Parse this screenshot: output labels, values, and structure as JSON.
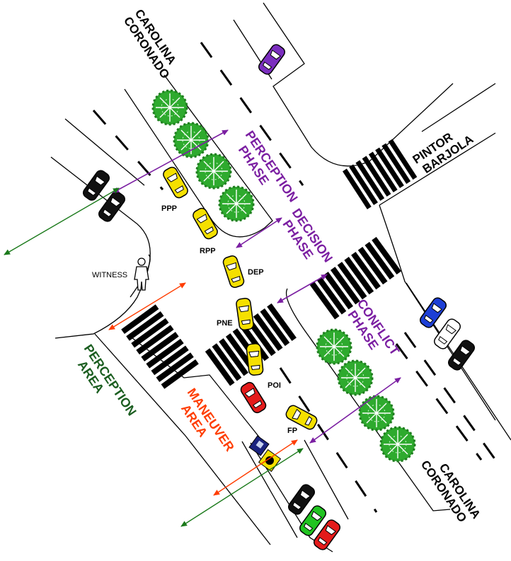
{
  "streets": {
    "carolina_top_line1": "CAROLINA",
    "carolina_top_line2": "CORONADO",
    "carolina_bottom_line1": "CAROLINA",
    "carolina_bottom_line2": "CORONADO",
    "pintor_line1": "PINTOR",
    "pintor_line2": "BARJOLA"
  },
  "phases": {
    "perception_line1": "PERCEPTION",
    "perception_line2": "PHASE",
    "decision_line1": "DECISION",
    "decision_line2": "PHASE",
    "conflict_line1": "CONFLICT",
    "conflict_line2": "PHASE"
  },
  "areas": {
    "perception_line1": "PERCEPTION",
    "perception_line2": "AREA",
    "maneuver_line1": "MANEUVER",
    "maneuver_line2": "AREA"
  },
  "positions": {
    "ppp": "PPP",
    "rpp": "RPP",
    "dep": "DEP",
    "pne": "PNE",
    "poi": "POI",
    "fp": "FP"
  },
  "witness": "WITNESS",
  "colors": {
    "phase": "#7b1fa2",
    "perception_area": "#1b5e20",
    "maneuver_area": "#ff3d00",
    "subject_vehicle": "#f5e000",
    "other_vehicle": "#e41b1b",
    "tree": "#2eaa2e"
  }
}
